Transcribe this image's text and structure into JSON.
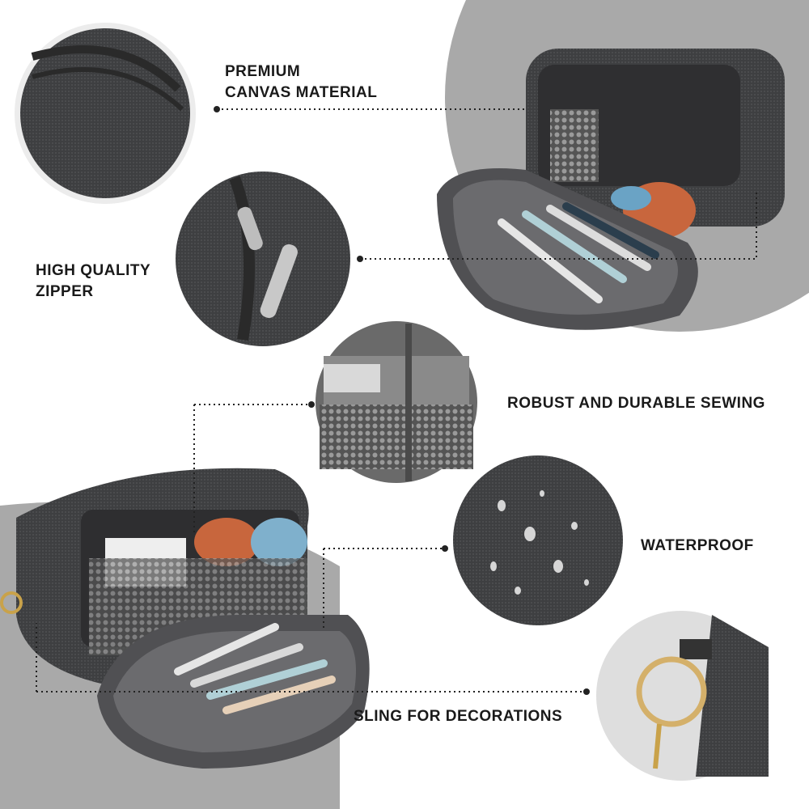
{
  "features": [
    {
      "line1": "PREMIUM",
      "line2": "CANVAS MATERIAL"
    },
    {
      "line1": "HIGH QUALITY",
      "line2": "ZIPPER"
    },
    {
      "line1": "ROBUST AND DURABLE SEWING"
    },
    {
      "line1": "WATERPROOF"
    },
    {
      "line1": "SLING FOR DECORATIONS"
    }
  ],
  "colors": {
    "backdrop": "#a9a9a9",
    "fabric": "#3d3d3f",
    "dots": "#222222"
  }
}
